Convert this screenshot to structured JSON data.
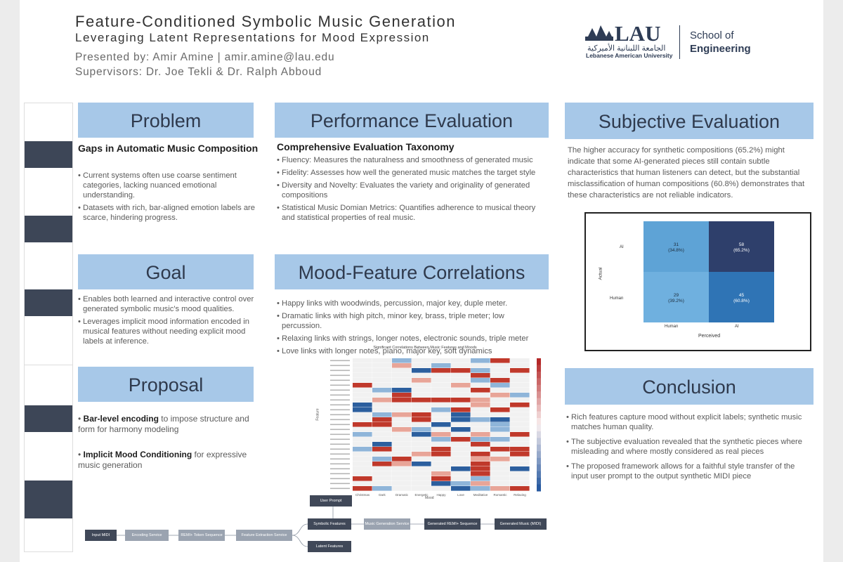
{
  "header": {
    "title": "Feature-Conditioned Symbolic Music Generation",
    "subtitle": "Leveraging Latent Representations for Mood Expression",
    "presenter": "Presented by: Amir Amine | amir.amine@lau.edu",
    "supervisors": "Supervisors: Dr. Joe Tekli & Dr. Ralph Abboud"
  },
  "logo": {
    "name": "LAU",
    "arabic": "الجامعة اللبنانية الأميركية",
    "university": "Lebanese American University",
    "school_line1": "School of",
    "school_line2": "Engineering"
  },
  "problem": {
    "heading": "Problem",
    "subhead": "Gaps in Automatic Music Composition",
    "bullets": [
      "Current systems often use coarse sentiment categories, lacking nuanced emotional understanding.",
      "Datasets with rich, bar-aligned emotion labels are scarce, hindering progress."
    ]
  },
  "goal": {
    "heading": "Goal",
    "bullets": [
      "Enables both learned and interactive control over generated symbolic music's mood qualities.",
      "Leverages implicit mood information encoded in musical features without needing explicit mood labels at inference."
    ]
  },
  "proposal": {
    "heading": "Proposal",
    "items": [
      {
        "bold": "Bar-level encoding",
        "rest": " to impose structure and form for harmony modeling"
      },
      {
        "bold": "Implicit Mood Conditioning",
        "rest": " for expressive music generation"
      }
    ]
  },
  "performance": {
    "heading": "Performance Evaluation",
    "subhead": "Comprehensive Evaluation Taxonomy",
    "bullets": [
      "Fluency: Measures the naturalness and smoothness of generated music",
      "Fidelity: Assesses how well the generated music matches the target style",
      "Diversity and Novelty: Evaluates the variety and originality of generated compositions",
      "Statistical Music Domian Metrics: Quantifies adherence to musical theory and statistical properties of real music."
    ]
  },
  "mood": {
    "heading": "Mood-Feature Correlations",
    "bullets": [
      "Happy links with woodwinds, percussion, major key, duple meter.",
      "Dramatic links with high pitch, minor key, brass, triple meter; low percussion.",
      "Relaxing links with strings, longer notes, electronic sounds, triple meter",
      "Love links with longer notes, piano, major key, soft dynamics"
    ]
  },
  "heatmap": {
    "title": "Significant Correlations Between Music Features and Moods",
    "xlabel": "Mood",
    "ylabel": "Feature",
    "columns": [
      "Christmas",
      "Dark",
      "Dramatic",
      "Energetic",
      "Happy",
      "Love",
      "Meditative",
      "Romantic",
      "Relaxing"
    ]
  },
  "subjective": {
    "heading": "Subjective Evaluation",
    "text": "The higher accuracy for synthetic compositions (65.2%) might indicate that some AI-generated pieces still contain subtle characteristics that human listeners can detect, but the substantial misclassification of human compositions (60.8%) demonstrates that these characteristics are not reliable indicators."
  },
  "confusion_matrix": {
    "xlabel": "Perceived",
    "ylabel": "Actual",
    "row_labels": [
      "AI",
      "Human"
    ],
    "col_labels": [
      "Human",
      "AI"
    ],
    "cells": [
      {
        "count": "31",
        "pct": "(34.8%)"
      },
      {
        "count": "58",
        "pct": "(65.2%)"
      },
      {
        "count": "29",
        "pct": "(39.2%)"
      },
      {
        "count": "45",
        "pct": "(60.8%)"
      }
    ],
    "colors": [
      "#5ea3d6",
      "#2e3f6b",
      "#6fb0df",
      "#2f74b5"
    ]
  },
  "conclusion": {
    "heading": "Conclusion",
    "bullets": [
      "Rich features capture mood without explicit labels; synthetic music matches human quality.",
      "The subjective evaluation revealed that the synthetic pieces where misleading and where mostly considered as real pieces",
      "The proposed framework allows for a faithful style transfer of the input user prompt to the output synthetic MIDI piece"
    ]
  },
  "pipeline": {
    "input_midi": "Input MIDI",
    "encoding": "Encoding Service",
    "remi": "REMI+ Token Sequence",
    "feature_extraction": "Feature Extraction Service",
    "user_prompt": "User Prompt",
    "symbolic": "Symbolic Features",
    "latent": "Latent Features",
    "music_gen": "Music Generation Service",
    "generated_remi": "Generated REMI+ Sequence",
    "generated_music": "Generated Music (MIDI)"
  }
}
